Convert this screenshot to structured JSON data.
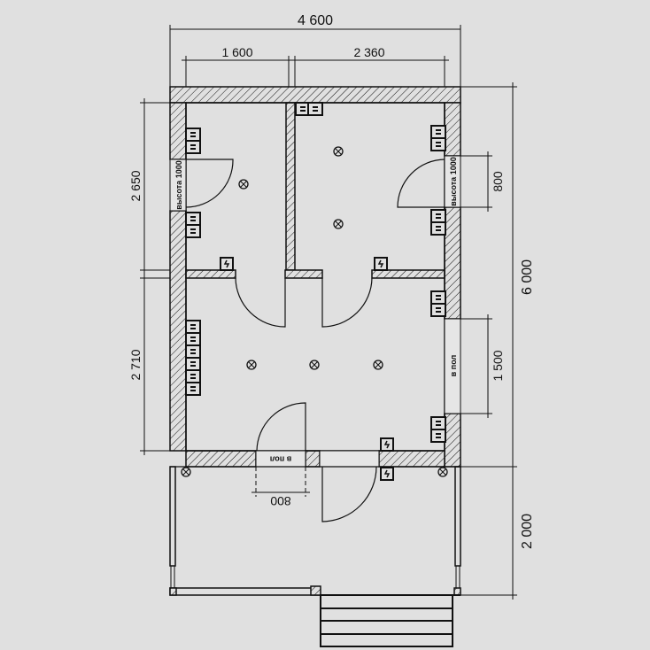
{
  "dimensions": {
    "total_width": "4 600",
    "left_room_width": "1 600",
    "right_room_width": "2 360",
    "upper_rooms_depth": "2 650",
    "hall_depth": "2 710",
    "total_depth": "6 000",
    "porch_depth": "2 000",
    "right_window_width": "800",
    "hall_window_width": "1 500",
    "bottom_window_width": "800"
  },
  "labels": {
    "left_window": "высота 1000",
    "right_window": "высота 1000",
    "hall_window": "в пол",
    "bottom_window": "в пол"
  },
  "colors": {
    "background": "#e0e0e0",
    "lines": "#111111"
  }
}
